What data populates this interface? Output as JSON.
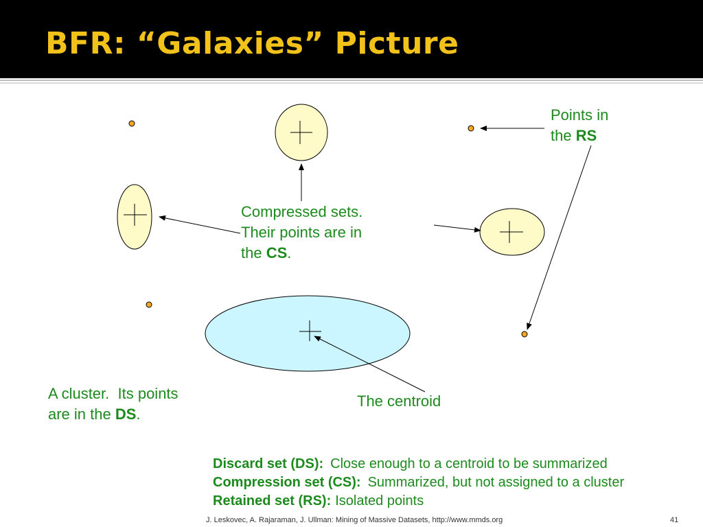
{
  "slide": {
    "title": "BFR: “Galaxies” Picture"
  },
  "labels": {
    "rs": {
      "line1": "Points in",
      "line2_prefix": "the ",
      "line2_bold": "RS"
    },
    "cs": {
      "line1": "Compressed sets.",
      "line2": "Their points are in",
      "line3_prefix": "the ",
      "line3_bold": "CS",
      "line3_suffix": "."
    },
    "ds": {
      "line1": "A cluster.  Its points",
      "line2_prefix": "are in the ",
      "line2_bold": "DS",
      "line2_suffix": "."
    },
    "centroid": "The centroid"
  },
  "legend": [
    {
      "term": "Discard set (DS):",
      "desc": "Close enough to a centroid to be summarized"
    },
    {
      "term": "Compression set (CS):",
      "desc": "Summarized, but not assigned to a cluster"
    },
    {
      "term": "Retained set (RS):",
      "desc": "Isolated points"
    }
  ],
  "footer": {
    "citation": "J. Leskovec, A. Rajaraman, J. Ullman: Mining of Massive Datasets, http://www.mmds.org",
    "page": "41"
  },
  "colors": {
    "title_text": "#f2c21b",
    "label_text": "#1c8a1c",
    "cs_fill": "#fffbc8",
    "ds_fill": "#ccf6ff",
    "rs_point": "#f5a623"
  }
}
